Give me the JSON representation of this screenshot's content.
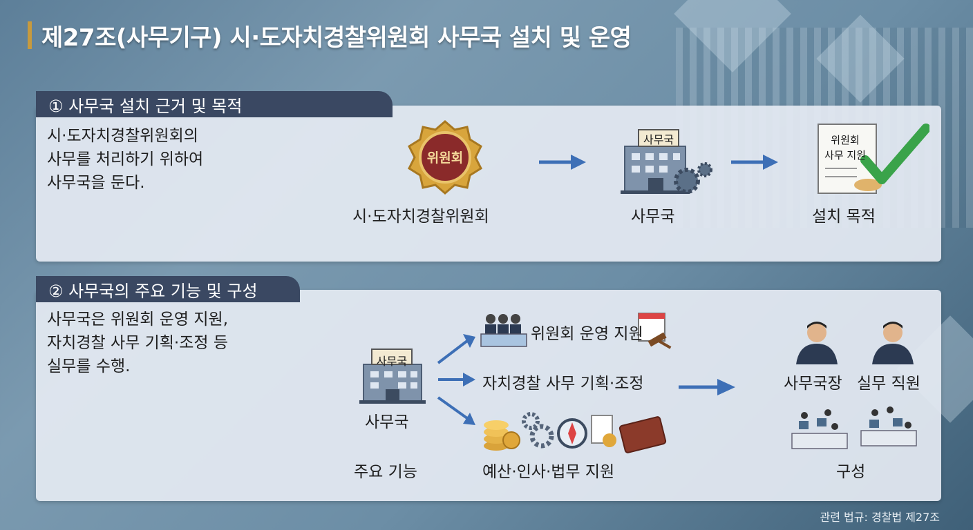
{
  "title": "제27조(사무기구) 시·도자치경찰위원회 사무국 설치 및 운영",
  "section1": {
    "heading": "① 사무국 설치 근거 및 목적",
    "description": "시·도자치경찰위원회의\n사무를 처리하기 위하여\n사무국을 둔다.",
    "badge_text": "위원회",
    "office_sign": "사무국",
    "doc_text_1": "위원회",
    "doc_text_2": "사무 지원",
    "flow_labels": [
      "시·도자치경찰위원회",
      "사무국",
      "설치 목적"
    ]
  },
  "section2": {
    "heading": "② 사무국의 주요 기능 및 구성",
    "description": "사무국은 위원회 운영 지원,\n자치경찰 사무 기획·조정 등\n실무를 수행.",
    "office_sign": "사무국",
    "office_label": "사무국",
    "main_function_label": "주요 기능",
    "functions": [
      "위원회 운영 지원",
      "자치경찰 사무 기획·조정",
      "예산·인사·법무 지원"
    ],
    "staff": [
      "사무국장",
      "실무 직원"
    ],
    "composition_label": "구성"
  },
  "footer": "관련 법규: 경찰법 제27조",
  "colors": {
    "panel_head": "#3a4862",
    "arrow": "#3d6fb6",
    "accent": "#c79a3e"
  }
}
